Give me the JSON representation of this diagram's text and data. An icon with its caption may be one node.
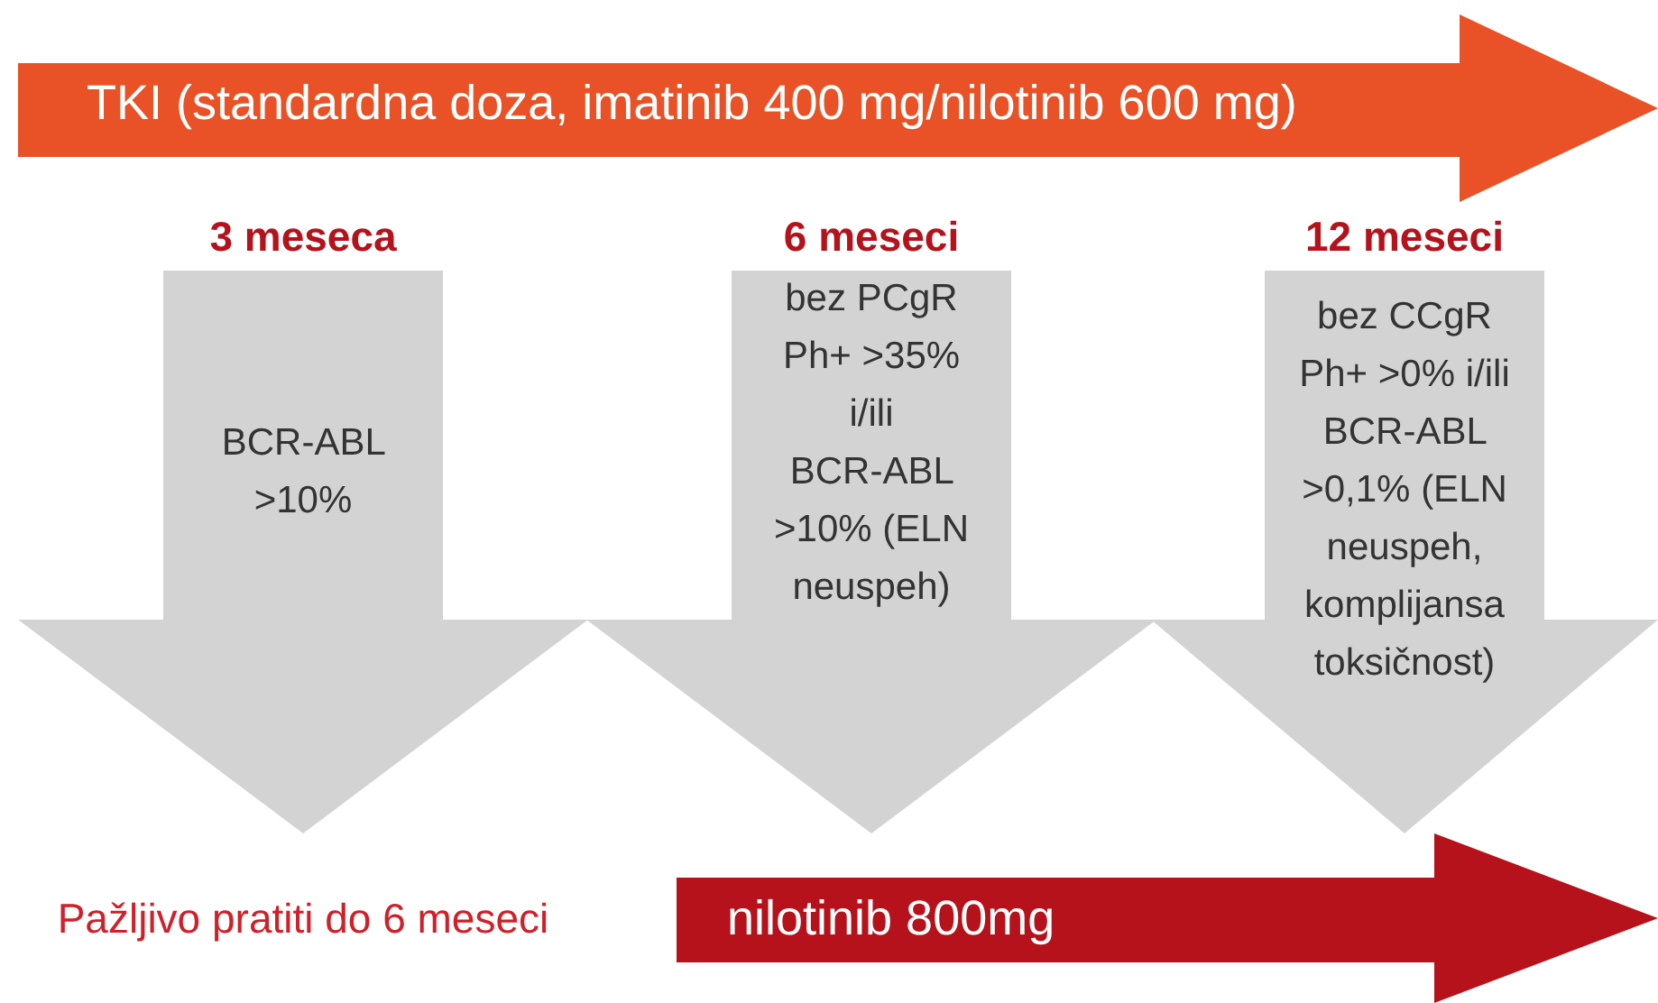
{
  "diagram": {
    "nodes": [
      {
        "text": [
          "TKI (standardna doza, imatinib 400 mg/nilotinib 600 mg)"
        ]
      },
      {
        "text": [
          "3 meseca",
          "BCR-ABL >10%"
        ],
        "beside": [
          "Pažljivo pratiti do 6 meseci"
        ]
      },
      {
        "text": [
          "6 meseci",
          "bez PCgR Ph+ >35% i/ili BCR-ABL >10% (ELN neuspeh)"
        ]
      },
      {
        "text": [
          "12 meseci",
          "bez CCgR Ph+ >0% i/ili BCR-ABL >0,1% (ELN neuspeh, komplijansa toksičnost)"
        ]
      },
      {
        "text": [
          "nilotinib 800mg"
        ]
      }
    ],
    "edges": []
  }
}
